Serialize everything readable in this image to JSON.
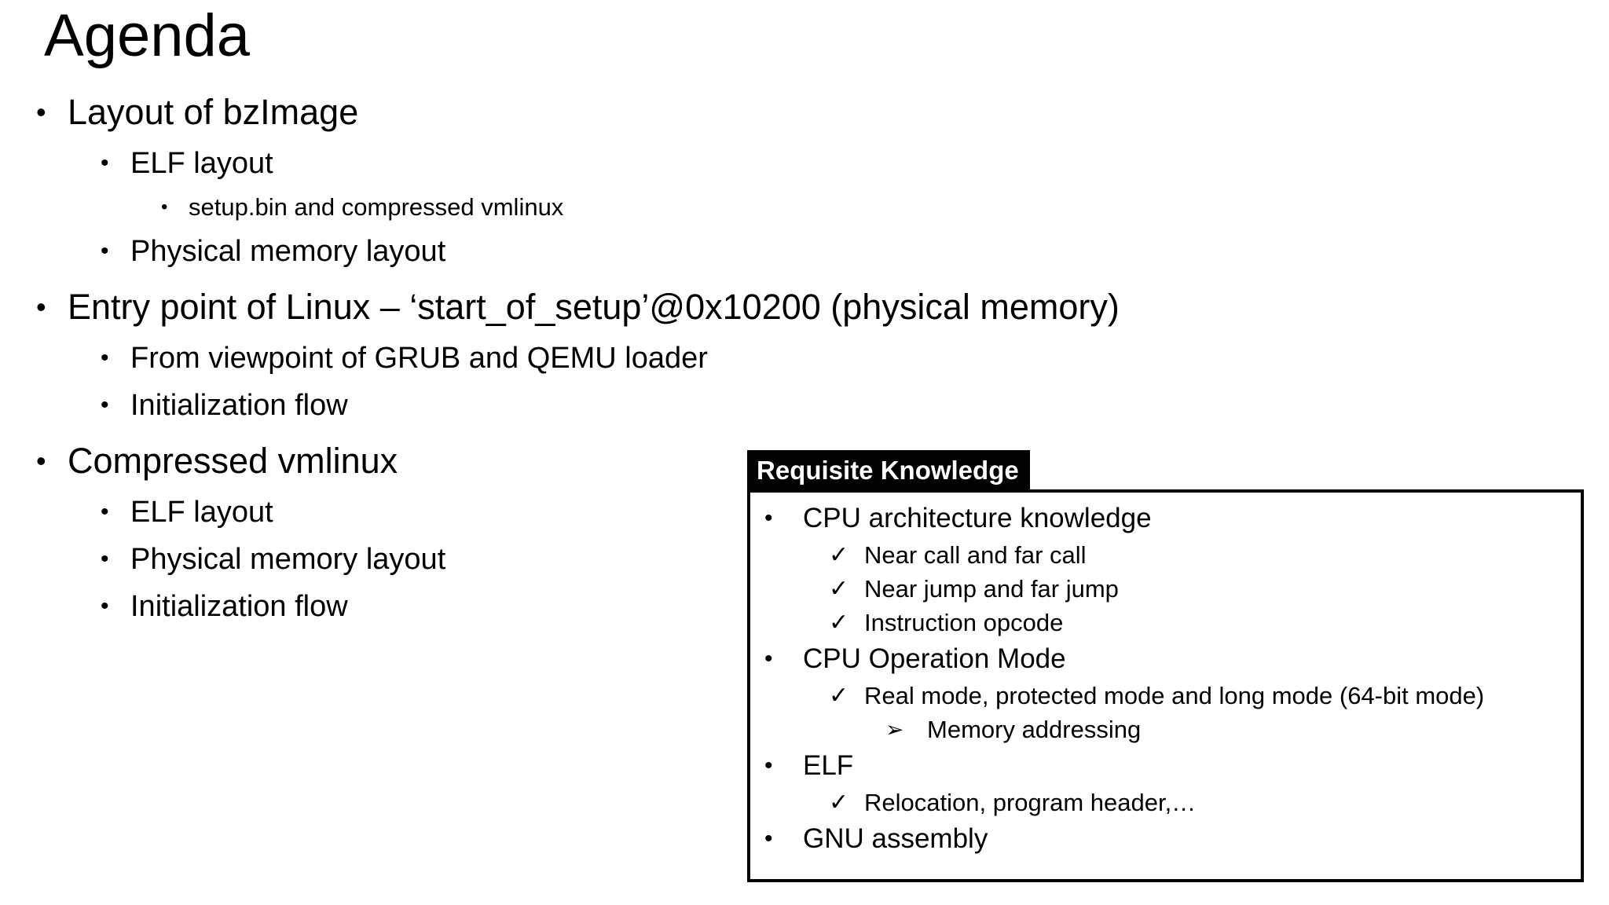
{
  "slide": {
    "title": "Agenda",
    "background_color": "#ffffff",
    "text_color": "#000000"
  },
  "outline": {
    "bullet_glyph_level1": "•",
    "bullet_glyph_level2": "•",
    "bullet_glyph_level3": "•",
    "items": [
      {
        "level": 1,
        "text": "Layout of bzImage"
      },
      {
        "level": 2,
        "text": "ELF layout"
      },
      {
        "level": 3,
        "text": "setup.bin and compressed vmlinux"
      },
      {
        "level": 2,
        "text": "Physical memory layout"
      },
      {
        "level": 1,
        "text": "Entry point of Linux – ‘start_of_setup’@0x10200 (physical memory)"
      },
      {
        "level": 2,
        "text": "From viewpoint of GRUB and QEMU loader"
      },
      {
        "level": 2,
        "text": "Initialization flow"
      },
      {
        "level": 1,
        "text": "Compressed vmlinux"
      },
      {
        "level": 2,
        "text": "ELF layout"
      },
      {
        "level": 2,
        "text": "Physical memory layout"
      },
      {
        "level": 2,
        "text": "Initialization flow"
      }
    ]
  },
  "callout": {
    "header": "Requisite Knowledge",
    "header_background": "#000000",
    "header_text_color": "#ffffff",
    "border_color": "#000000",
    "bullet_glyph_level1": "•",
    "bullet_glyph_level2": "✓",
    "bullet_glyph_level3": "➢",
    "items": [
      {
        "level": 1,
        "text": "CPU architecture knowledge"
      },
      {
        "level": 2,
        "text": "Near call and far call"
      },
      {
        "level": 2,
        "text": "Near jump and far jump"
      },
      {
        "level": 2,
        "text": "Instruction opcode"
      },
      {
        "level": 1,
        "text": "CPU Operation Mode"
      },
      {
        "level": 2,
        "text": "Real mode, protected mode and long mode (64-bit mode)"
      },
      {
        "level": 3,
        "text": "Memory addressing"
      },
      {
        "level": 1,
        "text": "ELF"
      },
      {
        "level": 2,
        "text": "Relocation, program header,…"
      },
      {
        "level": 1,
        "text": "GNU assembly"
      }
    ]
  }
}
